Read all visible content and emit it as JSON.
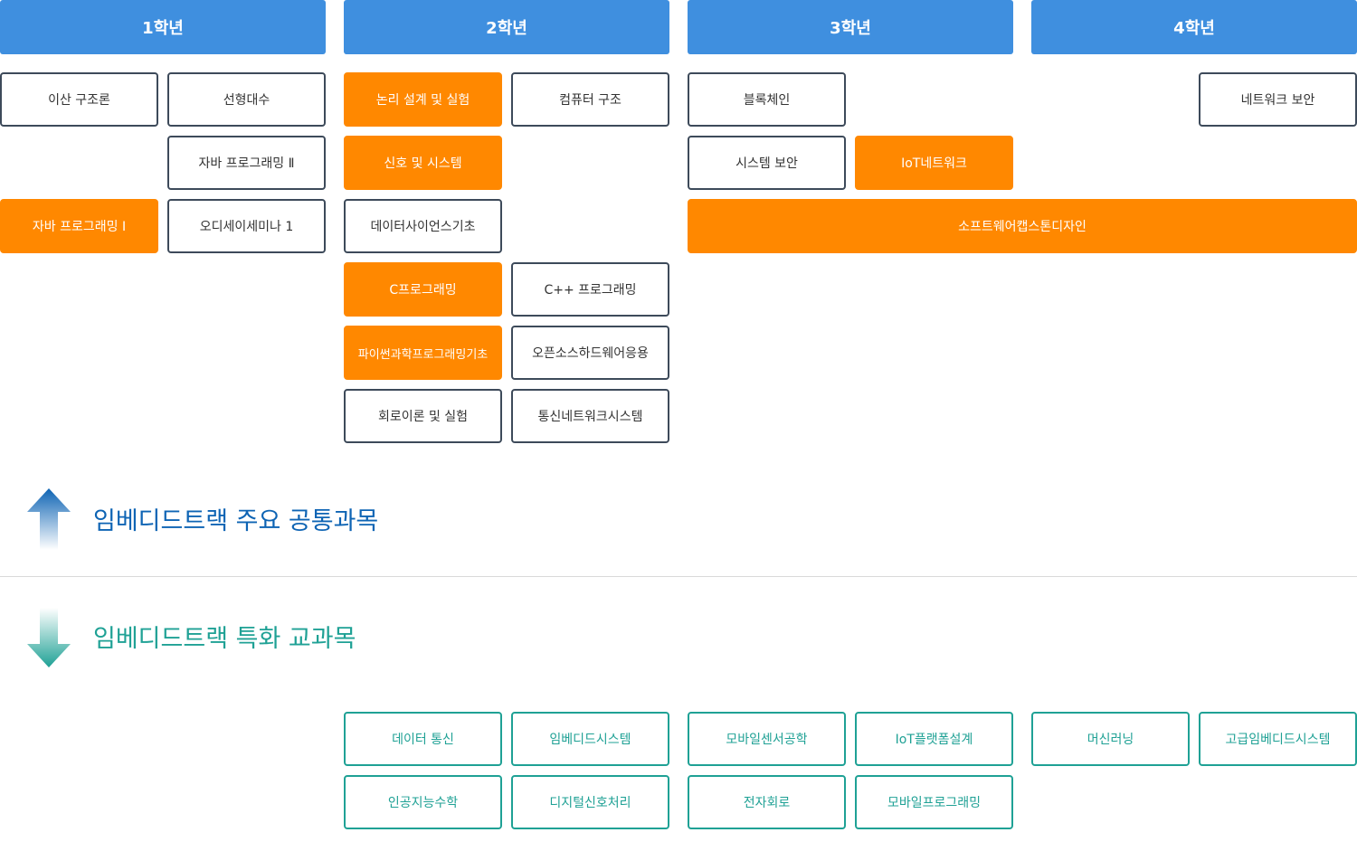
{
  "years": [
    "1학년",
    "2학년",
    "3학년",
    "4학년"
  ],
  "courses": {
    "discrete_math": "이산 구조론",
    "linear_algebra": "선형대수",
    "java2": "자바 프로그래밍 Ⅱ",
    "java1": "자바 프로그래밍 Ⅰ",
    "odyssey": "오디세이세미나 1",
    "logic_design": "논리 설계 및 실험",
    "computer_arch": "컴퓨터 구조",
    "signals": "신호 및 시스템",
    "data_science": "데이터사이언스기초",
    "c_prog": "C프로그래밍",
    "cpp_prog": "C++ 프로그래밍",
    "python": "파이썬과학프로그래밍기초",
    "open_hw": "오픈소스하드웨어응용",
    "circuits": "회로이론 및 실험",
    "comm_net": "통신네트워크시스템",
    "blockchain": "블록체인",
    "sys_security": "시스템 보안",
    "iot_net": "IoT네트워크",
    "capstone": "소프트웨어캡스톤디자인",
    "net_security": "네트워크 보안"
  },
  "legend": {
    "common_title": "임베디드트랙 주요 공통과목",
    "special_title": "임베디드트랙 특화 교과목"
  },
  "special_courses": {
    "data_comm": "데이터 통신",
    "embedded_sys": "임베디드시스템",
    "ai_math": "인공지능수학",
    "dsp": "디지털신호처리",
    "mobile_sensor": "모바일센서공학",
    "iot_platform": "IoT플랫폼설계",
    "electronic_circuit": "전자회로",
    "mobile_prog": "모바일프로그래밍",
    "machine_learning": "머신러닝",
    "adv_embedded": "고급임베디드시스템"
  },
  "colors": {
    "year_header": "#3f8fdf",
    "highlight": "#ff8800",
    "common_border": "#3d4a5a",
    "special": "#1fa195",
    "common_title": "#0e64b4"
  }
}
